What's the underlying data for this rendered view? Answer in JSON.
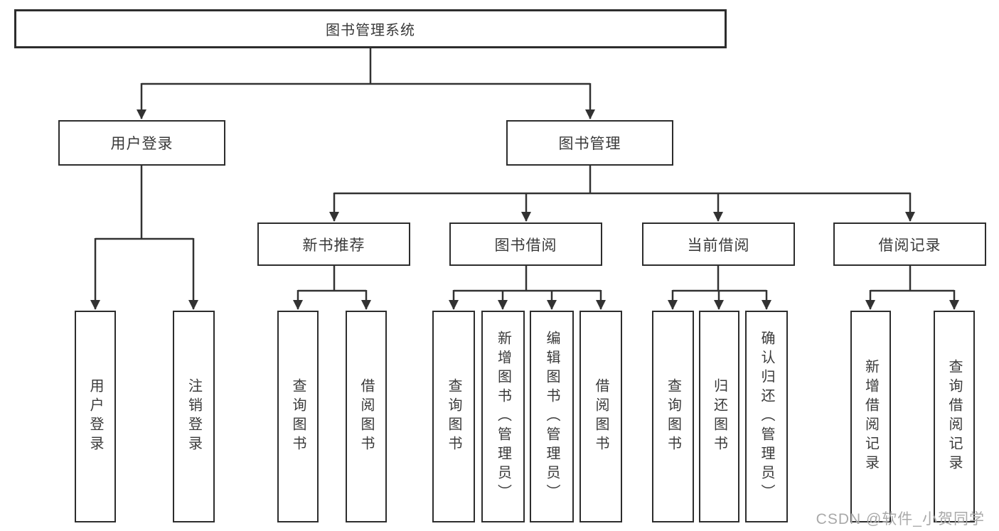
{
  "tree": {
    "label": "图书管理系统",
    "children": [
      {
        "label": "用户登录",
        "children": [
          {
            "label": "用户登录"
          },
          {
            "label": "注销登录"
          }
        ]
      },
      {
        "label": "图书管理",
        "children": [
          {
            "label": "新书推荐",
            "children": [
              {
                "label": "查询图书"
              },
              {
                "label": "借阅图书"
              }
            ]
          },
          {
            "label": "图书借阅",
            "children": [
              {
                "label": "查询图书"
              },
              {
                "label": "新增图书（管理员）"
              },
              {
                "label": "编辑图书（管理员）"
              },
              {
                "label": "借阅图书"
              }
            ]
          },
          {
            "label": "当前借阅",
            "children": [
              {
                "label": "查询图书"
              },
              {
                "label": "归还图书"
              },
              {
                "label": "确认归还（管理员）"
              }
            ]
          },
          {
            "label": "借阅记录",
            "children": [
              {
                "label": "新增借阅记录"
              },
              {
                "label": "查询借阅记录"
              }
            ]
          }
        ]
      }
    ]
  },
  "watermark": "CSDN @软件_小贺同学",
  "colors": {
    "line": "#323232",
    "border": "#2d2d2d",
    "text": "#3a3a3a",
    "watermark": "#a9a9a9",
    "background": "#ffffff"
  }
}
